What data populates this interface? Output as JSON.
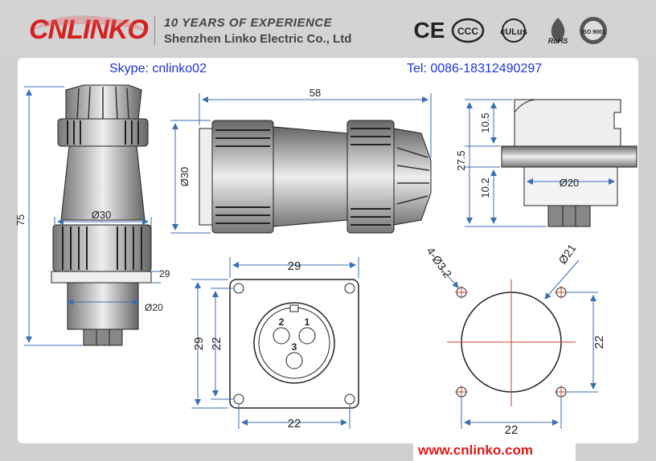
{
  "header": {
    "logo": "CNLINKO",
    "tagline": "10 YEARS OF  EXPERIENCE",
    "company": "Shenzhen Linko Electric Co., Ltd",
    "certs": [
      "CE",
      "CCC",
      "cULus",
      "RoHS",
      "ISO 9001"
    ]
  },
  "contact": {
    "skype": "Skype: cnlinko02",
    "tel": "Tel: 0086-18312490297"
  },
  "dims": {
    "total_length": "58",
    "diameter_30": "Ø30",
    "side_height": "75",
    "side_d30": "Ø30",
    "side_29": "29",
    "side_d20": "Ø20",
    "right_10_5": "10.5",
    "right_27_5": "27.5",
    "right_10_2": "10.2",
    "right_d20": "Ø20",
    "front_29_top": "29",
    "front_29_left": "29",
    "front_22_left": "22",
    "front_22_bottom": "22",
    "pin_1": "1",
    "pin_2": "2",
    "pin_3": "3",
    "cutout_holes": "4-Ø3.2",
    "cutout_d21": "Ø21",
    "cutout_22_right": "22",
    "cutout_22_bottom": "22"
  },
  "footer": {
    "website": "www.cnlinko.com"
  },
  "colors": {
    "brand_red": "#d42020",
    "contact_blue": "#1e35d0",
    "dim_blue": "#3a6fb0",
    "center_red": "#d04020"
  }
}
